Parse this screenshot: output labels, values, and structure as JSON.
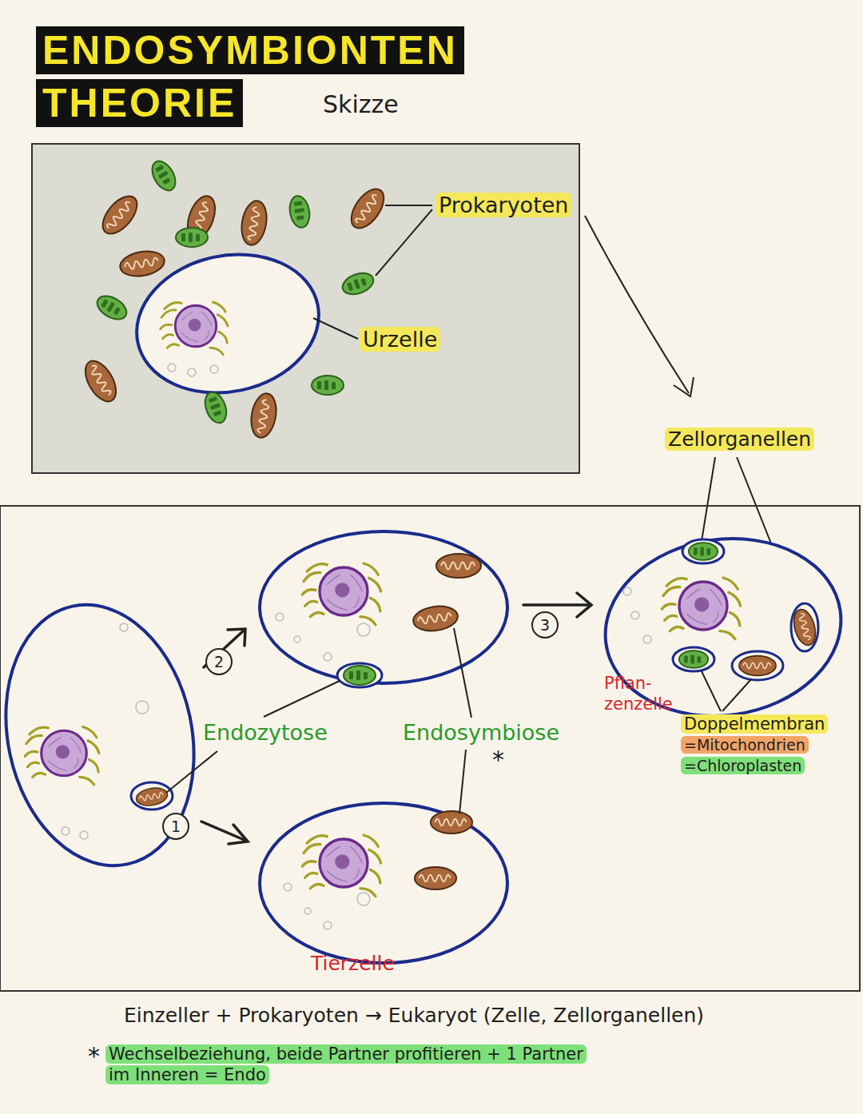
{
  "diagram": {
    "title": "ENDOSYMBIONTEN THEORIE",
    "caption": "Einzeller + Prokaryoten → Eukaryot (Zelle, Zellorganellen)",
    "labels": [
      "Skizze",
      "Prokaryoten",
      "Urzelle",
      "Zellorganellen",
      "2",
      "3",
      "1",
      "Endozytose",
      "Endosymbiose",
      "*",
      "Pflan- zenzelle",
      "Tierzelle",
      "Doppelmembran",
      "=Mitochondrien",
      "=Chloroplasten",
      "*",
      "Wechselbeziehung, beide Partner profitieren + 1 Partner im Inneren = Endo"
    ]
  }
}
